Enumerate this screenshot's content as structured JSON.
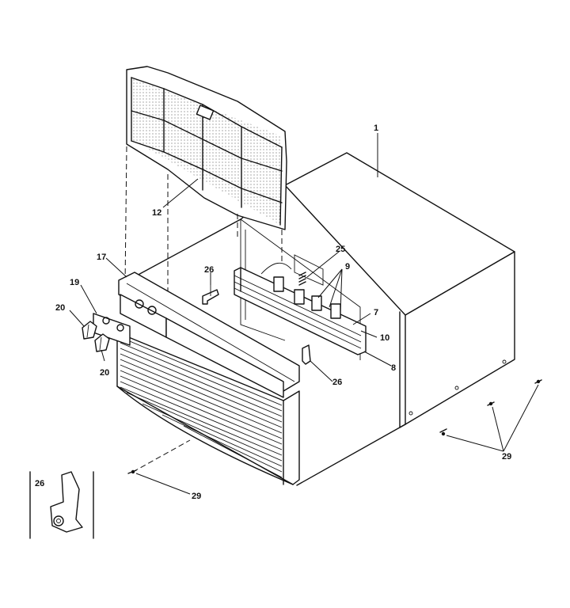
{
  "labels": {
    "l1": "1",
    "l12": "12",
    "l17": "17",
    "l19": "19",
    "l20a": "20",
    "l20b": "20",
    "l26a": "26",
    "l25": "25",
    "l9": "9",
    "l7": "7",
    "l10": "10",
    "l8": "8",
    "l26b": "26",
    "l29a": "29",
    "l29b": "29",
    "l26inset": "26"
  }
}
